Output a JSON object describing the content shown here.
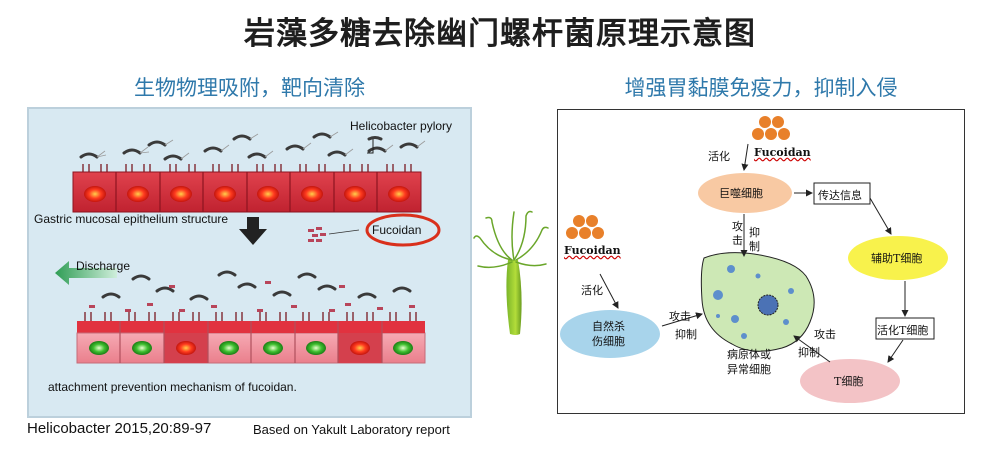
{
  "title": "岩藻多糖去除幽门螺杆菌原理示意图",
  "left": {
    "subtitle": "生物物理吸附，靶向清除",
    "helicobacter_label": "Helicobacter pylory",
    "epithelium_label": "Gastric mucosal epithelium structure",
    "fucoidan_label": "Fucoidan",
    "discharge_label": "Discharge",
    "caption": "attachment prevention mechanism of fucoidan.",
    "source_citation": "Helicobacter 2015,20:89-97",
    "source_note": "Based on Yakult Laboratory report"
  },
  "right": {
    "subtitle": "增强胃黏膜免疫力，抑制入侵",
    "fucoidan_top": "Fucoidan",
    "fucoidan_left": "Fucoidan",
    "activate_top": "活化",
    "activate_left": "活化",
    "macrophage": "巨噬细胞",
    "transmit": "传达信息",
    "helper_t": "辅助T细胞",
    "activate_t": "活化T细胞",
    "t_cell": "T细胞",
    "nk_cell_line1": "自然杀",
    "nk_cell_line2": "伤细胞",
    "attack_1": "攻击",
    "inhibit_1": "抑制",
    "attack_2": "攻击",
    "inhibit_2": "抑制",
    "attack_3a": "攻",
    "attack_3b": "击",
    "inhibit_3a": "抑",
    "inhibit_3b": "制",
    "pathogen_line1": "病原体或",
    "pathogen_line2": "异常细胞"
  }
}
